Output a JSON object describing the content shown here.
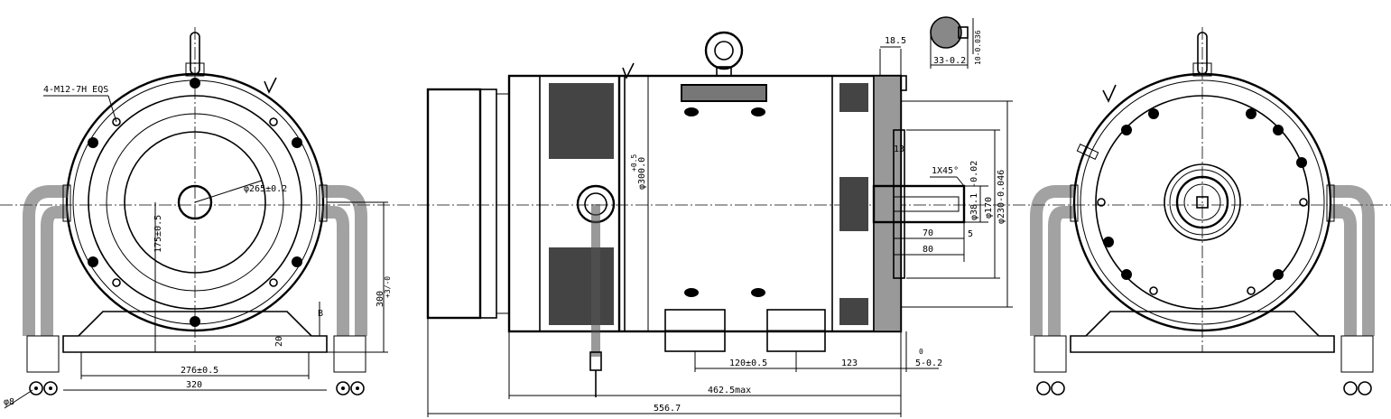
{
  "drawing": {
    "labels": {
      "bolt_spec": "4-M12-7H EQS",
      "pcd": "φ265±0.2",
      "height_175": "175±0.5",
      "view_b": "B",
      "height_300": "300",
      "height_300_tol": "+3/-0",
      "base_20": "20",
      "foot_276": "276±0.5",
      "width_320": "320",
      "terminal_8": "φ8",
      "dia_300": "φ300.0",
      "dia_300_tol": "+0.5",
      "flange_18_5": "18.5",
      "key_33": "33-0.2",
      "key_10": "10-0.036",
      "dim_13": "13",
      "chamfer": "1X45°",
      "shaft_38": "φ38.1 -0.02",
      "dia_170": "φ170",
      "dia_230": "φ230-0.046",
      "dim_70": "70",
      "dim_80": "80",
      "dim_5": "5",
      "foot_120": "120±0.5",
      "dim_123": "123",
      "dim_5_tol": "5-0.2",
      "dim_0": "0",
      "len_462": "462.5max",
      "len_556": "556.7"
    }
  }
}
